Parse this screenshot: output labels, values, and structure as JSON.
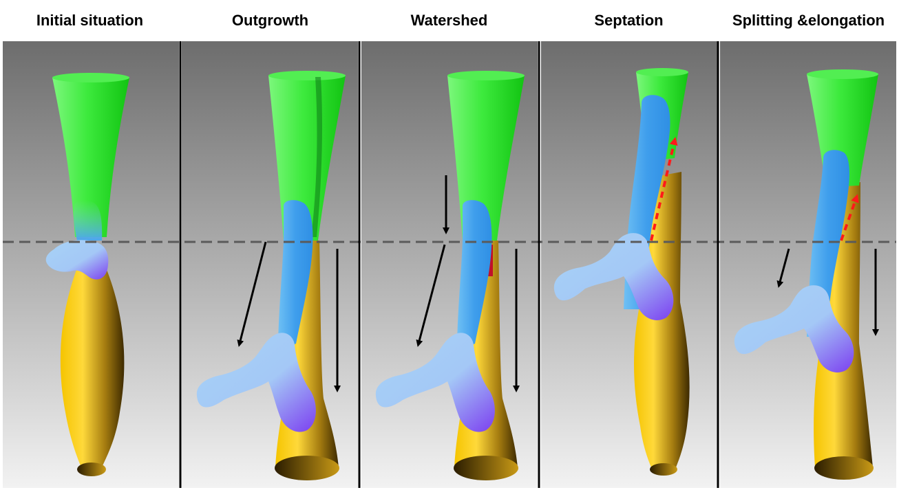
{
  "panels": [
    {
      "title_lines": [
        "Initial situation"
      ],
      "stage": "initial-situation"
    },
    {
      "title_lines": [
        "Outgrowth"
      ],
      "stage": "outgrowth"
    },
    {
      "title_lines": [
        "Watershed"
      ],
      "stage": "watershed"
    },
    {
      "title_lines": [
        "Septation"
      ],
      "stage": "septation"
    },
    {
      "title_lines": [
        "Splitting &",
        "elongation"
      ],
      "stage": "splitting-elongation"
    }
  ],
  "colors": {
    "background_top": "#6d6d6d",
    "background_bottom": "#f2f2f2",
    "upper_tube_green": "#1fe01f",
    "upper_tube_green_light": "#7cf77c",
    "lower_tube_yellow": "#f5c400",
    "lower_tube_dark": "#3d2a00",
    "bud_blue": "#4aa6ee",
    "bud_light_blue": "#a7d3f5",
    "bud_violet": "#7c3ff0",
    "watershed_red": "#c0102a",
    "arrow_black": "#000000",
    "arrow_red_dashed": "#ff1a1a",
    "reference_line": "#5a5a5a",
    "divider": "#000000"
  },
  "icons": [
    "arrow-down-icon",
    "dashed-arrow-up-icon"
  ],
  "reference_line_style": "dashed"
}
